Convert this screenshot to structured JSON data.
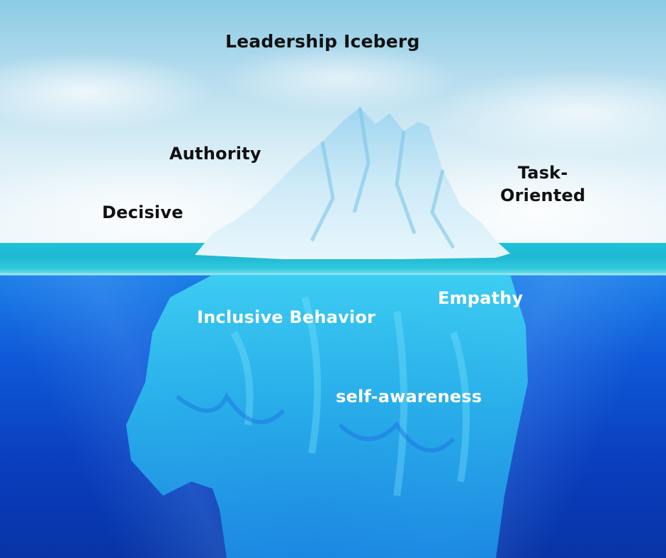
{
  "title": "Leadership Iceberg",
  "above_water": {
    "traits": [
      "Authority",
      "Decisive",
      "Task-\nOriented"
    ],
    "authority": "Authority",
    "decisive": "Decisive",
    "task_line1": "Task-",
    "task_line2": "Oriented"
  },
  "below_water": {
    "traits": [
      "Inclusive Behavior",
      "Empathy",
      "self-awareness"
    ],
    "inclusive": "Inclusive Behavior",
    "empathy": "Empathy",
    "self_awareness": "self-awareness"
  },
  "colors": {
    "sky_top": "#8ccbe4",
    "sky_bottom": "#eef7fb",
    "sea_surface": "#1ec4d8",
    "deep_water": "#0833a6",
    "ice_above": "#cdeaf7",
    "ice_below": "#33c6ee",
    "text_above": "#111111",
    "text_below": "#ffffff"
  }
}
